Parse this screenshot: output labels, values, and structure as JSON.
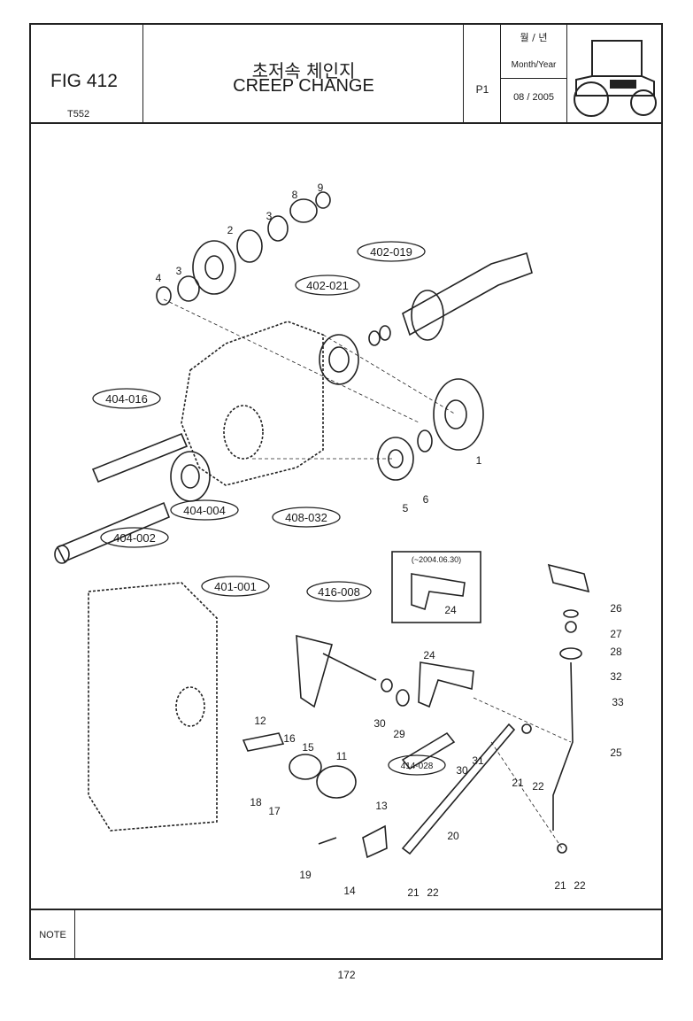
{
  "header": {
    "fig_label": "FIG 412",
    "model": "T552",
    "title_ko": "초저속 체인지",
    "title_en": "CREEP CHANGE",
    "page_code": "P1",
    "month_year_ko": "월 / 년",
    "month_year_en": "Month/Year",
    "date": "08 / 2005",
    "tractor_icon": "tractor-icon"
  },
  "drawing": {
    "bom_labels": [
      "402-019",
      "402-021",
      "404-016",
      "404-004",
      "404-002",
      "408-032",
      "401-001",
      "416-008",
      "414-028"
    ],
    "callouts": [
      "1",
      "2",
      "3",
      "3",
      "4",
      "5",
      "6",
      "8",
      "9",
      "11",
      "12",
      "13",
      "14",
      "15",
      "16",
      "17",
      "18",
      "19",
      "20",
      "21",
      "22",
      "21",
      "22",
      "21",
      "22",
      "24",
      "24",
      "25",
      "26",
      "27",
      "28",
      "29",
      "30",
      "30",
      "31",
      "32",
      "33"
    ],
    "inset_date": "(~2004.06.30)"
  },
  "note_label": "NOTE",
  "note_text": "",
  "page_number": "172"
}
